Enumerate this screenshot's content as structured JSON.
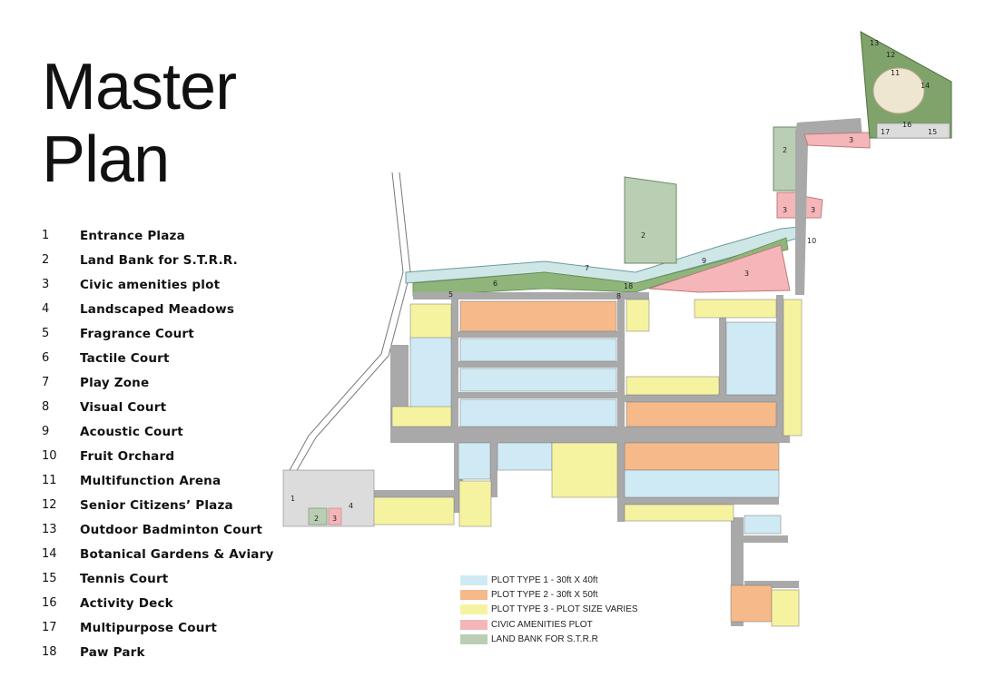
{
  "title_line1": "Master",
  "title_line2": "Plan",
  "legend": [
    {
      "n": "1",
      "label": "Entrance Plaza"
    },
    {
      "n": "2",
      "label": "Land Bank for S.T.R.R."
    },
    {
      "n": "3",
      "label": "Civic amenities plot"
    },
    {
      "n": "4",
      "label": "Landscaped Meadows"
    },
    {
      "n": "5",
      "label": "Fragrance Court"
    },
    {
      "n": "6",
      "label": "Tactile Court"
    },
    {
      "n": "7",
      "label": "Play Zone"
    },
    {
      "n": "8",
      "label": "Visual Court"
    },
    {
      "n": "9",
      "label": "Acoustic Court"
    },
    {
      "n": "10",
      "label": "Fruit Orchard"
    },
    {
      "n": "11",
      "label": "Multifunction Arena"
    },
    {
      "n": "12",
      "label": "Senior Citizens’ Plaza"
    },
    {
      "n": "13",
      "label": "Outdoor Badminton Court"
    },
    {
      "n": "14",
      "label": "Botanical Gardens & Aviary"
    },
    {
      "n": "15",
      "label": "Tennis Court"
    },
    {
      "n": "16",
      "label": "Activity Deck"
    },
    {
      "n": "17",
      "label": "Multipurpose Court"
    },
    {
      "n": "18",
      "label": "Paw Park"
    }
  ],
  "plot_key": [
    {
      "label": "PLOT TYPE 1 - 30ft X 40ft",
      "color": "#cfeaf4"
    },
    {
      "label": "PLOT TYPE 2 - 30ft X 50ft",
      "color": "#f5b98a"
    },
    {
      "label": "PLOT TYPE 3 - PLOT SIZE VARIES",
      "color": "#f6f3a0"
    },
    {
      "label": "CIVIC AMENITIES PLOT",
      "color": "#f4b6b8"
    },
    {
      "label": "LAND BANK FOR S.T.R.R",
      "color": "#b9ceb3"
    }
  ],
  "colors": {
    "road": "#a9a9a9",
    "plot_type1": "#cfeaf4",
    "plot_type2": "#f5b98a",
    "plot_type3": "#f6f3a0",
    "civic": "#f4b6b8",
    "land_bank": "#b9ceb3",
    "green": "#7fa36b"
  },
  "map_labels": {
    "m1": "1",
    "m2a": "2",
    "m2b": "2",
    "m2c": "2",
    "m3a": "3",
    "m3b": "3",
    "m3c": "3",
    "m3d": "3",
    "m3e": "3",
    "m4": "4",
    "m5": "5",
    "m6": "6",
    "m7": "7",
    "m8": "8",
    "m9": "9",
    "m10": "10",
    "m11": "11",
    "m12": "12",
    "m13": "13",
    "m14": "14",
    "m15": "15",
    "m16": "16",
    "m17": "17",
    "m18": "18"
  }
}
